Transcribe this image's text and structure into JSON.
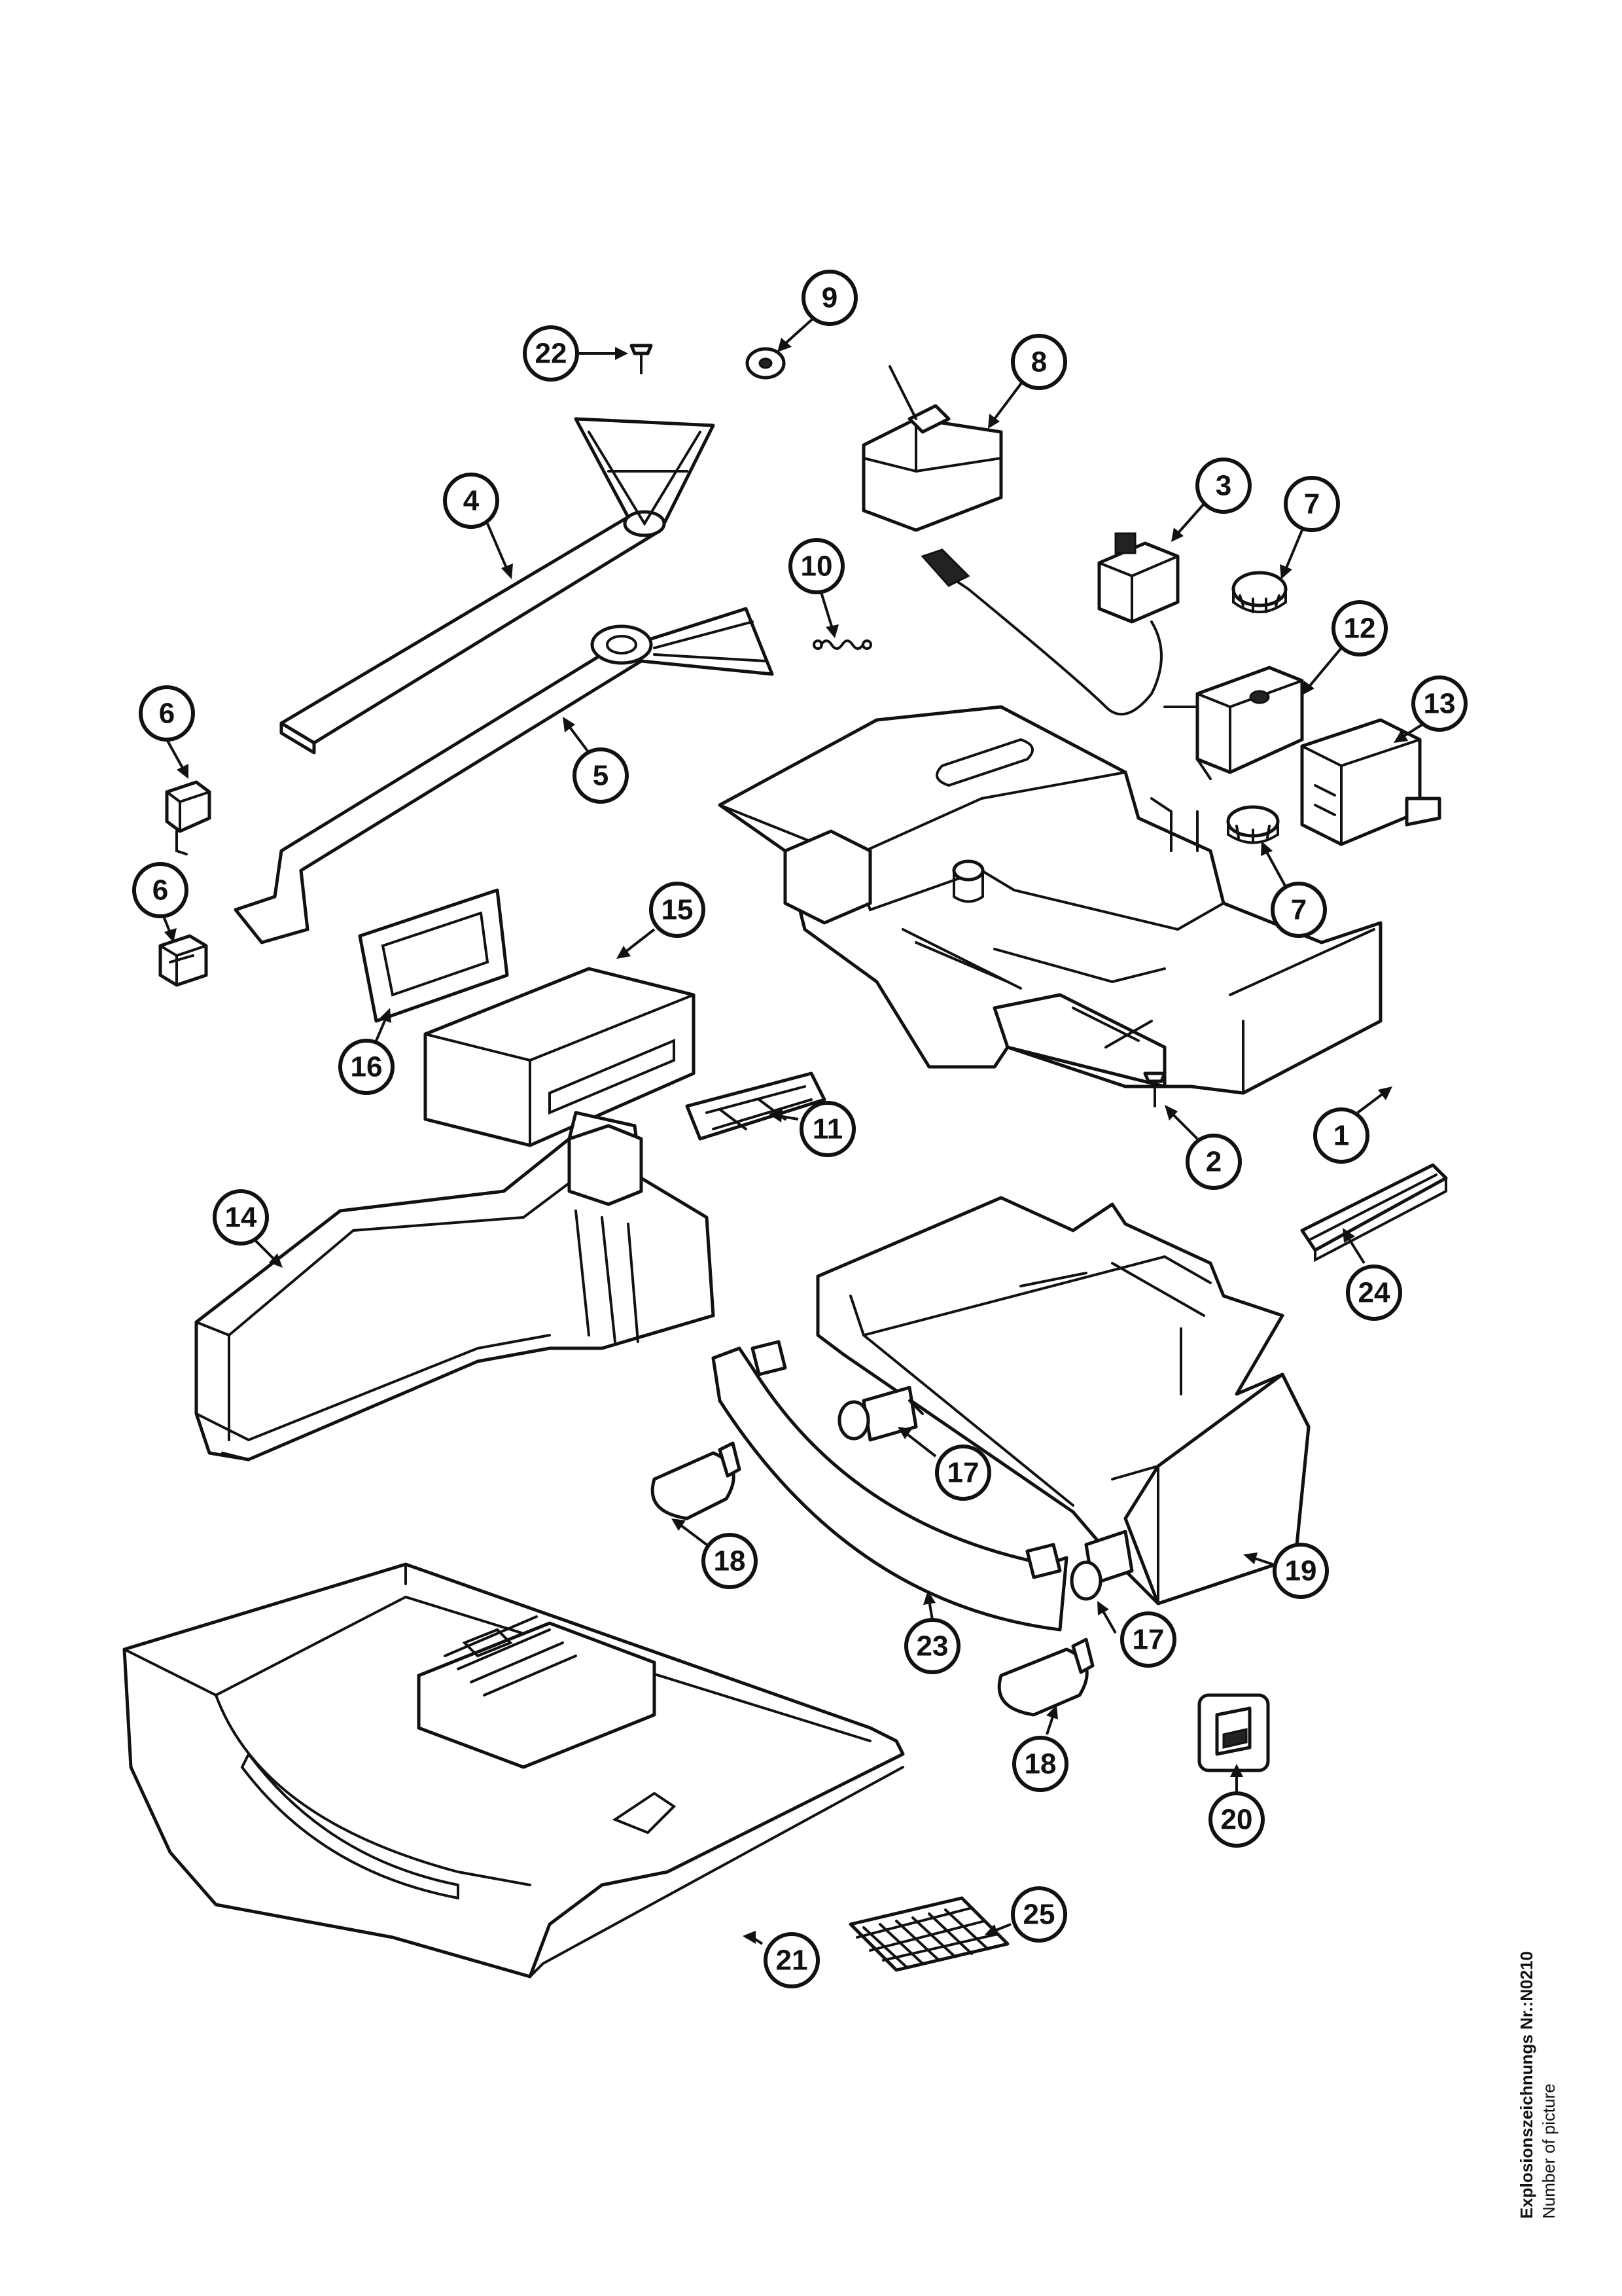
{
  "caption": {
    "title": "Explosionszeichnungs Nr.:N0210",
    "subtitle": "Number of picture"
  },
  "callouts": [
    {
      "id": "c1",
      "label": "1"
    },
    {
      "id": "c2",
      "label": "2"
    },
    {
      "id": "c3",
      "label": "3"
    },
    {
      "id": "c4",
      "label": "4"
    },
    {
      "id": "c5",
      "label": "5"
    },
    {
      "id": "c6a",
      "label": "6"
    },
    {
      "id": "c6b",
      "label": "6"
    },
    {
      "id": "c7a",
      "label": "7"
    },
    {
      "id": "c7b",
      "label": "7"
    },
    {
      "id": "c8",
      "label": "8"
    },
    {
      "id": "c9",
      "label": "9"
    },
    {
      "id": "c10",
      "label": "10"
    },
    {
      "id": "c11",
      "label": "11"
    },
    {
      "id": "c12",
      "label": "12"
    },
    {
      "id": "c13",
      "label": "13"
    },
    {
      "id": "c14",
      "label": "14"
    },
    {
      "id": "c15",
      "label": "15"
    },
    {
      "id": "c16",
      "label": "16"
    },
    {
      "id": "c17a",
      "label": "17"
    },
    {
      "id": "c17b",
      "label": "17"
    },
    {
      "id": "c18a",
      "label": "18"
    },
    {
      "id": "c18b",
      "label": "18"
    },
    {
      "id": "c19",
      "label": "19"
    },
    {
      "id": "c20",
      "label": "20"
    },
    {
      "id": "c21",
      "label": "21"
    },
    {
      "id": "c22",
      "label": "22"
    },
    {
      "id": "c23",
      "label": "23"
    },
    {
      "id": "c24",
      "label": "24"
    },
    {
      "id": "c25",
      "label": "25"
    }
  ]
}
